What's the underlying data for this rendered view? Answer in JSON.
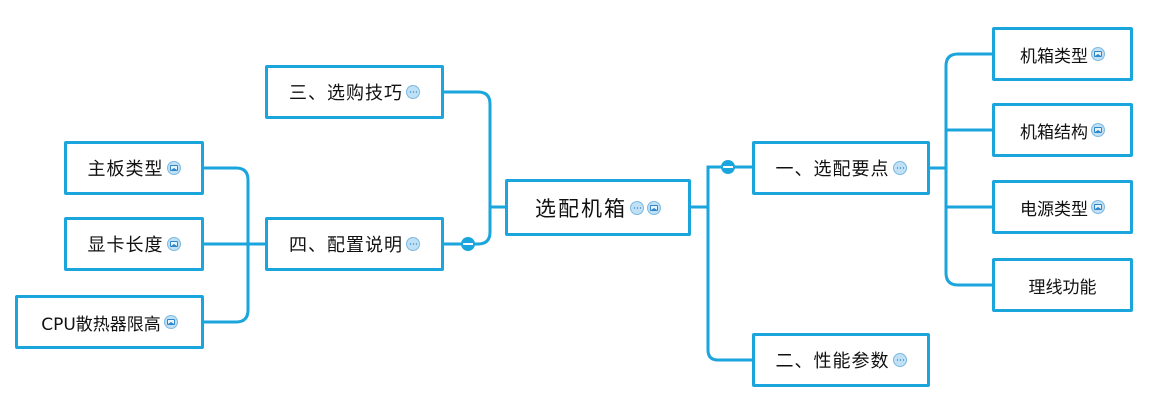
{
  "root": {
    "label": "选配机箱",
    "icons": [
      "note-icon",
      "image-icon"
    ]
  },
  "right_branches": [
    {
      "label": "一、选配要点",
      "icons": [
        "note-icon"
      ],
      "collapse_control": "collapse-icon",
      "children": [
        {
          "label": "机箱类型",
          "icons": [
            "image-icon"
          ]
        },
        {
          "label": "机箱结构",
          "icons": [
            "image-icon"
          ]
        },
        {
          "label": "电源类型",
          "icons": [
            "image-icon"
          ]
        },
        {
          "label": "理线功能",
          "icons": []
        }
      ]
    },
    {
      "label": "二、性能参数",
      "icons": [
        "note-icon"
      ]
    }
  ],
  "left_branches": [
    {
      "label": "三、选购技巧",
      "icons": [
        "note-icon"
      ]
    },
    {
      "label": "四、配置说明",
      "icons": [
        "note-icon"
      ],
      "collapse_control": "collapse-icon",
      "children": [
        {
          "label": "主板类型",
          "icons": [
            "image-icon"
          ]
        },
        {
          "label": "显卡长度",
          "icons": [
            "image-icon"
          ]
        },
        {
          "label": "CPU散热器限高",
          "icons": [
            "image-icon"
          ]
        }
      ]
    }
  ],
  "colors": {
    "line": "#1aa6dc",
    "node_border": "#1aa6dc",
    "text": "#111111",
    "icon_fill": "#bfe0f5"
  }
}
